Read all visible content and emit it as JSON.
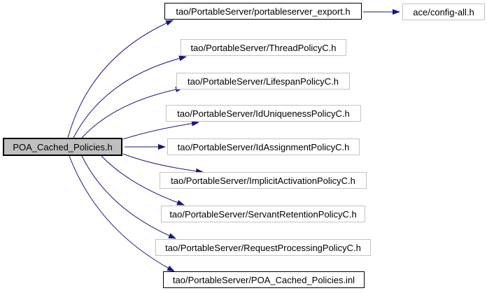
{
  "diagram": {
    "kind": "include-dependency-graph",
    "root": {
      "label": "POA_Cached_Policies.h"
    },
    "nodes": [
      {
        "id": "portableserver-export",
        "label": "tao/PortableServer/portableserver_export.h",
        "linked": true
      },
      {
        "id": "config-all",
        "label": "ace/config-all.h",
        "linked": false
      },
      {
        "id": "thread-policy",
        "label": "tao/PortableServer/ThreadPolicyC.h",
        "linked": false
      },
      {
        "id": "lifespan-policy",
        "label": "tao/PortableServer/LifespanPolicyC.h",
        "linked": false
      },
      {
        "id": "iduniqueness-policy",
        "label": "tao/PortableServer/IdUniquenessPolicyC.h",
        "linked": false
      },
      {
        "id": "idassignment-policy",
        "label": "tao/PortableServer/IdAssignmentPolicyC.h",
        "linked": false
      },
      {
        "id": "implicitactivation-policy",
        "label": "tao/PortableServer/ImplicitActivationPolicyC.h",
        "linked": false
      },
      {
        "id": "servantretention-policy",
        "label": "tao/PortableServer/ServantRetentionPolicyC.h",
        "linked": false
      },
      {
        "id": "requestprocessing-policy",
        "label": "tao/PortableServer/RequestProcessingPolicyC.h",
        "linked": false
      },
      {
        "id": "poa-cached-policies-inl",
        "label": "tao/PortableServer/POA_Cached_Policies.inl",
        "linked": true
      }
    ],
    "edges": [
      {
        "from": "POA_Cached_Policies.h",
        "to": "tao/PortableServer/portableserver_export.h"
      },
      {
        "from": "POA_Cached_Policies.h",
        "to": "tao/PortableServer/ThreadPolicyC.h"
      },
      {
        "from": "POA_Cached_Policies.h",
        "to": "tao/PortableServer/LifespanPolicyC.h"
      },
      {
        "from": "POA_Cached_Policies.h",
        "to": "tao/PortableServer/IdUniquenessPolicyC.h"
      },
      {
        "from": "POA_Cached_Policies.h",
        "to": "tao/PortableServer/IdAssignmentPolicyC.h"
      },
      {
        "from": "POA_Cached_Policies.h",
        "to": "tao/PortableServer/ImplicitActivationPolicyC.h"
      },
      {
        "from": "POA_Cached_Policies.h",
        "to": "tao/PortableServer/ServantRetentionPolicyC.h"
      },
      {
        "from": "POA_Cached_Policies.h",
        "to": "tao/PortableServer/RequestProcessingPolicyC.h"
      },
      {
        "from": "POA_Cached_Policies.h",
        "to": "tao/PortableServer/POA_Cached_Policies.inl"
      },
      {
        "from": "tao/PortableServer/portableserver_export.h",
        "to": "ace/config-all.h"
      }
    ],
    "colors": {
      "edge": "#191970",
      "root_fill": "#bfbfbf",
      "linked_border": "#000000",
      "plain_border": "#c3c3c3"
    }
  }
}
